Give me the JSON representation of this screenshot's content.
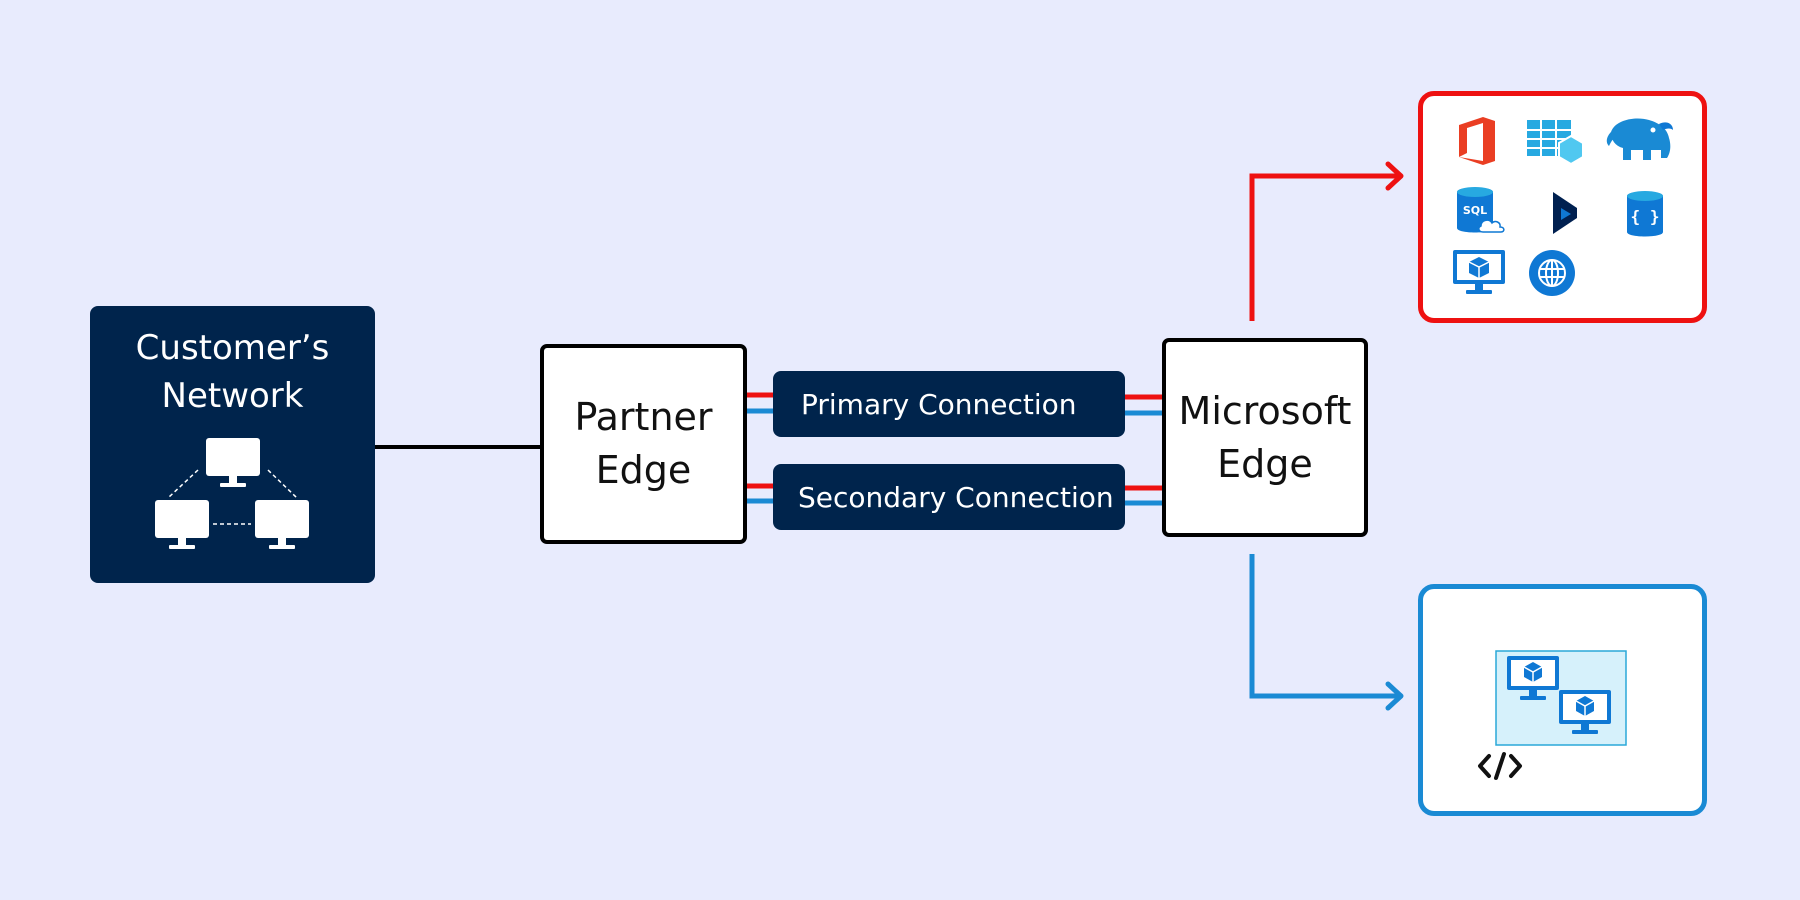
{
  "colors": {
    "background": "#e8ebfd",
    "navy": "#00244c",
    "private_peering": "#ee1111",
    "microsoft_peering": "#1a8ad4",
    "azure_blue": "#0f78d4",
    "office_orange": "#ea3e23"
  },
  "customer_network": {
    "title": "Customer’s\nNetwork",
    "icon": "network-computers-icon"
  },
  "partner_edge": {
    "label": "Partner\nEdge"
  },
  "microsoft_edge": {
    "label": "Microsoft\nEdge"
  },
  "connections": {
    "primary": "Primary Connection",
    "secondary": "Secondary Connection"
  },
  "services_top": {
    "icons": [
      "office-icon",
      "table-storage-icon",
      "hdinsight-icon",
      "sql-database-icon",
      "dynamics-icon",
      "cosmos-db-icon",
      "virtual-machine-icon",
      "web-icon"
    ],
    "sql_text": "SQL"
  },
  "services_bottom": {
    "icons": [
      "virtual-machines-icon",
      "code-icon"
    ]
  }
}
